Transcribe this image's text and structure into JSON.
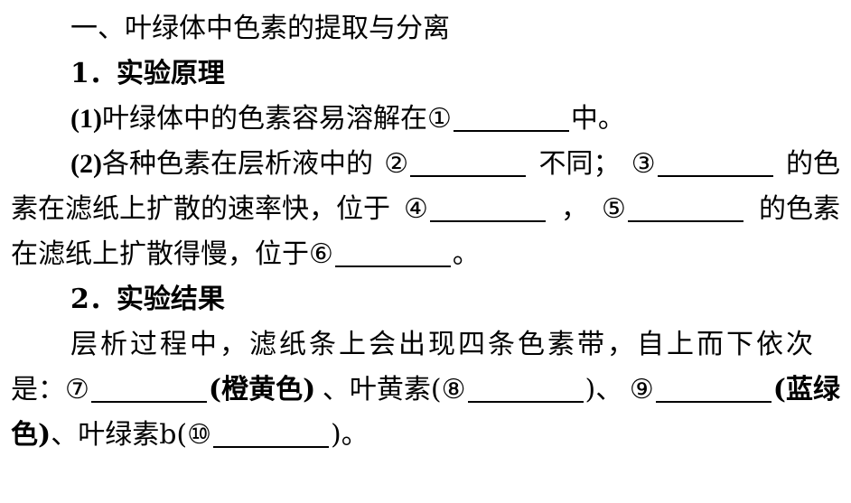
{
  "section": {
    "title": "一、叶绿体中色素的提取与分离"
  },
  "principle": {
    "heading": "1．实验原理",
    "p1": {
      "prefix": "(1)",
      "text": "叶绿体中的色素容易溶解在",
      "mark": "①",
      "suffix": "中。"
    },
    "p2": {
      "prefix": "(2)",
      "seg1": "各种色素在层析液中的",
      "mark2": "②",
      "seg2": "不同；",
      "mark3": "③",
      "seg3": "的色",
      "seg4": "素在滤纸上扩散的速率快，位于",
      "mark4": "④",
      "seg5": "，",
      "mark5": "⑤",
      "seg6": "的色素",
      "seg7": "在滤纸上扩散得慢，位于",
      "mark6": "⑥",
      "seg8": "。"
    }
  },
  "result": {
    "heading": "2．实验结果",
    "line1": "层析过程中，滤纸条上会出现四条色素带，自上而下依次",
    "seg1": "是：",
    "mark7": "⑦",
    "seg2": "(橙黄色)",
    "seg3": "、叶黄素(",
    "mark8": "⑧",
    "seg4": ")、",
    "mark9": "⑨",
    "seg5": "(蓝绿",
    "seg6": "色)",
    "seg7": "、叶绿素b(",
    "mark10": "⑩",
    "seg8": ")。"
  }
}
